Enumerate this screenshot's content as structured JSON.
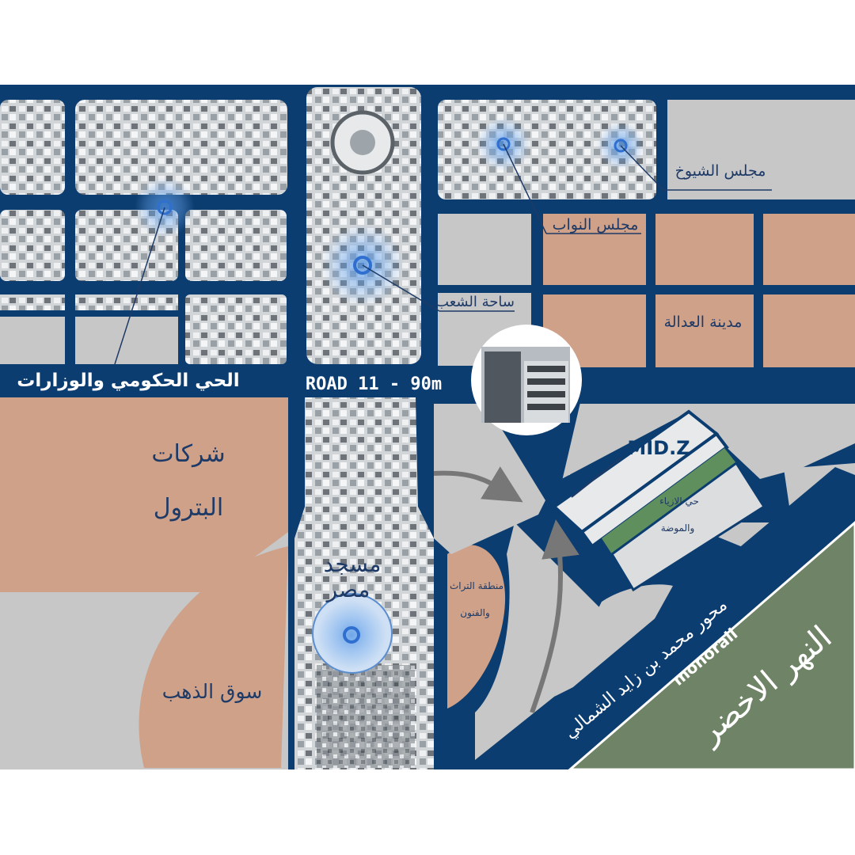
{
  "labels": {
    "senate": "مجلس الشيوخ",
    "parliament": "مجلس النواب",
    "people_square": "ساحة الشعب",
    "justice_city": "مدينة العدالة",
    "gov_district": "الحي الحكومي والوزارات",
    "road": "ROAD 11 - 90m",
    "petroleum_line1": "شركات",
    "petroleum_line2": "البترول",
    "gold_market": "سوق الذهب",
    "mosque_line1": "مسجد",
    "mosque_line2": "مصر",
    "heritage_line1": "منطقة التراث",
    "heritage_line2": "والفنون",
    "fashion_line1": "حي الازياء",
    "fashion_line2": "والموضة",
    "mbz_axis": "محور محمد بن زايد الشمالي",
    "monorail": "monorail",
    "green_river": "النهر الاخضر",
    "project": "MID.Z"
  },
  "colors": {
    "road_blue": "#0c3d70",
    "land_gray": "#c7c7c8",
    "land_salmon": "#cfa189",
    "green_river": "#6f8466",
    "green_strip": "#5f8f5c",
    "label_text": "#1e3a66",
    "highlight_blue": "#3b82d6"
  },
  "icons": {
    "building_photo": "building-icon",
    "location_pins": "target-pin-icon",
    "route_arrows": "route-arrow-icon"
  }
}
